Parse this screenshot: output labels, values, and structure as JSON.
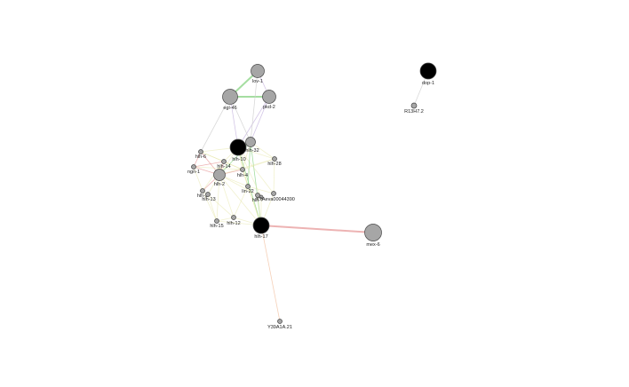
{
  "network": {
    "node_style": {
      "query_fill": "#000000",
      "result_fill": "#a6a6a6",
      "stroke": "#444444"
    },
    "edge_colors": {
      "green": "#8fd68a",
      "pink": "#e8a0a0",
      "lavender": "#c8b8e0",
      "grey": "#cfcfcf",
      "yellow": "#e6e6a8",
      "peach": "#f2c6a8"
    },
    "nodes": [
      {
        "id": "lov-1",
        "label": "lov-1",
        "kind": "result"
      },
      {
        "id": "egl-46",
        "label": "egl-46",
        "kind": "result"
      },
      {
        "id": "pkd-2",
        "label": "pkd-2",
        "kind": "result"
      },
      {
        "id": "dop-1",
        "label": "dop-1",
        "kind": "query"
      },
      {
        "id": "R13H7.2",
        "label": "R13H7.2",
        "kind": "result"
      },
      {
        "id": "hlh-10",
        "label": "hlh-10",
        "kind": "query"
      },
      {
        "id": "hlh-32",
        "label": "hlh-32",
        "kind": "result"
      },
      {
        "id": "hlh-6",
        "label": "hlh-6",
        "kind": "result"
      },
      {
        "id": "hlh-14",
        "label": "hlh-14",
        "kind": "result"
      },
      {
        "id": "ngn-1",
        "label": "ngn-1",
        "kind": "result"
      },
      {
        "id": "hlh-28",
        "label": "hlh-28",
        "kind": "result"
      },
      {
        "id": "hlh-4",
        "label": "hlh-4",
        "kind": "result"
      },
      {
        "id": "hlh-2",
        "label": "hlh-2",
        "kind": "result"
      },
      {
        "id": "lin-22",
        "label": "lin-22",
        "kind": "result"
      },
      {
        "id": "hlh-3",
        "label": "hlh-3",
        "kind": "result"
      },
      {
        "id": "hlh-13",
        "label": "hlh-13",
        "kind": "result"
      },
      {
        "id": "hlh-x",
        "label": "hlh-?",
        "kind": "result"
      },
      {
        "id": "CELE",
        "label": "CELE_Y...",
        "kind": "result"
      },
      {
        "id": "cr44390",
        "label": "Y?Aeva00044390",
        "kind": "result"
      },
      {
        "id": "hlh-15",
        "label": "hlh-15",
        "kind": "result"
      },
      {
        "id": "hlh-12",
        "label": "hlh-12",
        "kind": "result"
      },
      {
        "id": "hlh-17",
        "label": "hlh-17",
        "kind": "query"
      },
      {
        "id": "mex-6",
        "label": "mex-6",
        "kind": "result"
      },
      {
        "id": "Y39A1A.21",
        "label": "Y39A1A.21",
        "kind": "result"
      }
    ],
    "edges": [
      {
        "source": "lov-1",
        "target": "egl-46",
        "color": "green"
      },
      {
        "source": "egl-46",
        "target": "pkd-2",
        "color": "green"
      },
      {
        "source": "lov-1",
        "target": "pkd-2",
        "color": "lavender"
      },
      {
        "source": "egl-46",
        "target": "hlh-10",
        "color": "lavender"
      },
      {
        "source": "pkd-2",
        "target": "hlh-10",
        "color": "lavender"
      },
      {
        "source": "lov-1",
        "target": "hlh-32",
        "color": "grey"
      },
      {
        "source": "egl-46",
        "target": "hlh-32",
        "color": "grey"
      },
      {
        "source": "pkd-2",
        "target": "hlh-32",
        "color": "lavender"
      },
      {
        "source": "egl-46",
        "target": "hlh-6",
        "color": "grey"
      },
      {
        "source": "dop-1",
        "target": "R13H7.2",
        "color": "grey"
      },
      {
        "source": "hlh-17",
        "target": "mex-6",
        "color": "pink"
      },
      {
        "source": "hlh-17",
        "target": "Y39A1A.21",
        "color": "peach"
      },
      {
        "source": "hlh-10",
        "target": "hlh-32",
        "color": "green"
      },
      {
        "source": "hlh-10",
        "target": "hlh-17",
        "color": "green"
      },
      {
        "source": "hlh-32",
        "target": "hlh-17",
        "color": "green"
      },
      {
        "source": "hlh-6",
        "target": "hlh-2",
        "color": "pink"
      },
      {
        "source": "ngn-1",
        "target": "hlh-2",
        "color": "pink"
      },
      {
        "source": "hlh-14",
        "target": "hlh-2",
        "color": "pink"
      },
      {
        "source": "ngn-1",
        "target": "hlh-14",
        "color": "pink"
      },
      {
        "source": "hlh-2",
        "target": "hlh-4",
        "color": "pink"
      },
      {
        "source": "hlh-2",
        "target": "hlh-3",
        "color": "pink"
      },
      {
        "source": "hlh-2",
        "target": "hlh-15",
        "color": "yellow"
      },
      {
        "source": "hlh-2",
        "target": "hlh-12",
        "color": "yellow"
      },
      {
        "source": "hlh-2",
        "target": "hlh-13",
        "color": "yellow"
      },
      {
        "source": "hlh-2",
        "target": "lin-22",
        "color": "yellow"
      },
      {
        "source": "hlh-2",
        "target": "hlh-17",
        "color": "yellow"
      },
      {
        "source": "hlh-10",
        "target": "hlh-2",
        "color": "yellow"
      },
      {
        "source": "hlh-10",
        "target": "hlh-28",
        "color": "yellow"
      },
      {
        "source": "hlh-10",
        "target": "hlh-4",
        "color": "yellow"
      },
      {
        "source": "hlh-10",
        "target": "lin-22",
        "color": "yellow"
      },
      {
        "source": "hlh-10",
        "target": "CELE",
        "color": "yellow"
      },
      {
        "source": "hlh-10",
        "target": "cr44390",
        "color": "yellow"
      },
      {
        "source": "hlh-32",
        "target": "hlh-28",
        "color": "yellow"
      },
      {
        "source": "hlh-32",
        "target": "hlh-4",
        "color": "yellow"
      },
      {
        "source": "hlh-32",
        "target": "lin-22",
        "color": "green"
      },
      {
        "source": "hlh-28",
        "target": "hlh-4",
        "color": "yellow"
      },
      {
        "source": "hlh-28",
        "target": "cr44390",
        "color": "yellow"
      },
      {
        "source": "hlh-4",
        "target": "lin-22",
        "color": "yellow"
      },
      {
        "source": "hlh-4",
        "target": "hlh-17",
        "color": "yellow"
      },
      {
        "source": "lin-22",
        "target": "hlh-17",
        "color": "yellow"
      },
      {
        "source": "CELE",
        "target": "hlh-17",
        "color": "yellow"
      },
      {
        "source": "cr44390",
        "target": "hlh-17",
        "color": "yellow"
      },
      {
        "source": "hlh-3",
        "target": "hlh-13",
        "color": "yellow"
      },
      {
        "source": "hlh-3",
        "target": "hlh-15",
        "color": "yellow"
      },
      {
        "source": "hlh-13",
        "target": "hlh-15",
        "color": "yellow"
      },
      {
        "source": "hlh-15",
        "target": "hlh-12",
        "color": "yellow"
      },
      {
        "source": "hlh-12",
        "target": "hlh-17",
        "color": "yellow"
      },
      {
        "source": "hlh-15",
        "target": "hlh-17",
        "color": "yellow"
      },
      {
        "source": "hlh-6",
        "target": "hlh-14",
        "color": "yellow"
      },
      {
        "source": "hlh-6",
        "target": "hlh-10",
        "color": "yellow"
      },
      {
        "source": "hlh-14",
        "target": "hlh-10",
        "color": "yellow"
      },
      {
        "source": "hlh-14",
        "target": "hlh-4",
        "color": "yellow"
      },
      {
        "source": "ngn-1",
        "target": "hlh-3",
        "color": "yellow"
      },
      {
        "source": "ngn-1",
        "target": "hlh-4",
        "color": "yellow"
      },
      {
        "source": "hlh-6",
        "target": "hlh-4",
        "color": "yellow"
      },
      {
        "source": "hlh-2",
        "target": "hlh-28",
        "color": "yellow"
      },
      {
        "source": "hlh-12",
        "target": "lin-22",
        "color": "yellow"
      },
      {
        "source": "hlh-13",
        "target": "hlh-12",
        "color": "yellow"
      },
      {
        "source": "hlh-x",
        "target": "hlh-2",
        "color": "yellow"
      },
      {
        "source": "hlh-x",
        "target": "hlh-17",
        "color": "yellow"
      },
      {
        "source": "lin-22",
        "target": "cr44390",
        "color": "yellow"
      },
      {
        "source": "hlh-32",
        "target": "hlh-2",
        "color": "green"
      },
      {
        "source": "hlh-6",
        "target": "ngn-1",
        "color": "pink"
      },
      {
        "source": "hlh-14",
        "target": "hlh-3",
        "color": "yellow"
      }
    ]
  }
}
